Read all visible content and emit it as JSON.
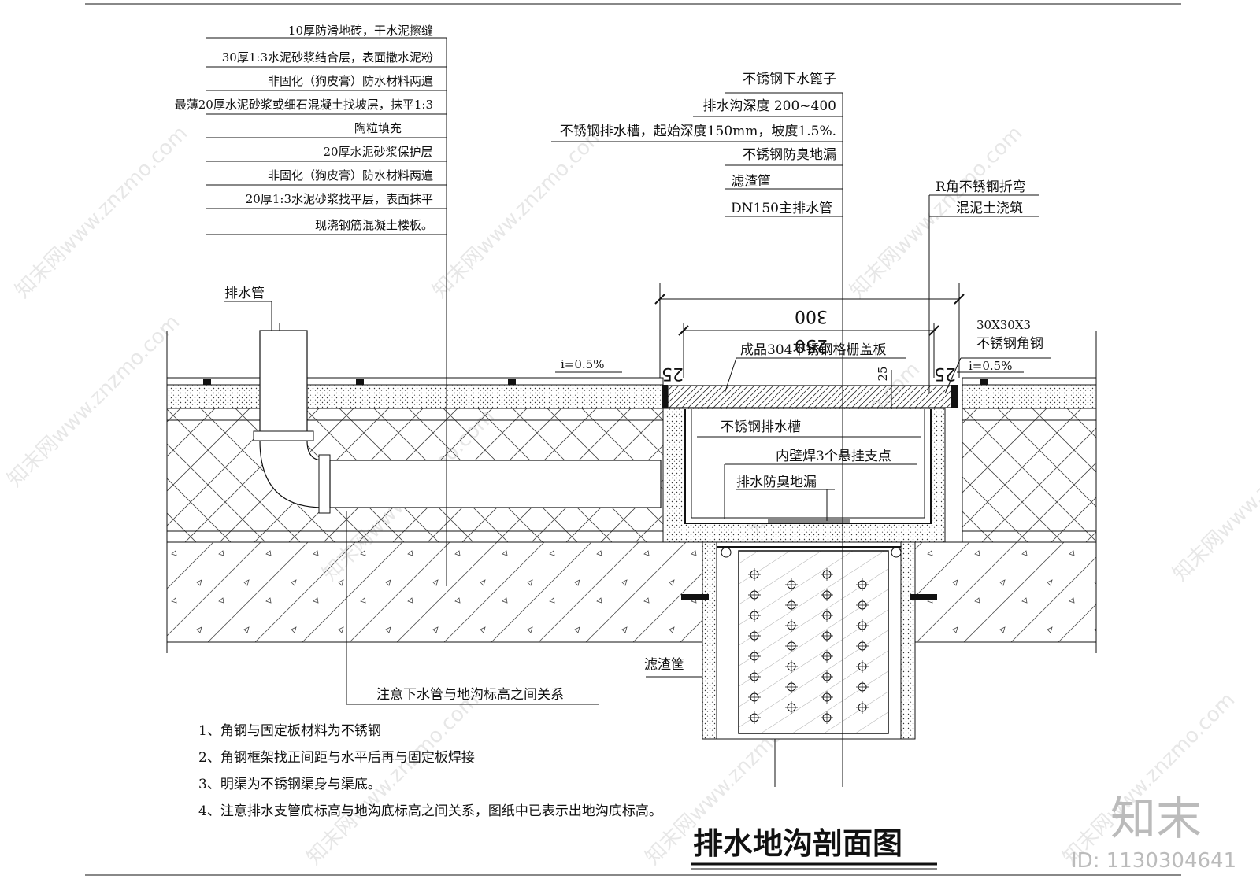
{
  "title": "排水地沟剖面图",
  "watermark": {
    "logo": "知末",
    "id": "ID: 1130304641",
    "site": "知末网www.znzmo.com"
  },
  "left_callouts": [
    "10厚防滑地砖，干水泥擦缝",
    "30厚1:3水泥砂浆结合层，表面撒水泥粉",
    "非固化（狗皮膏）防水材料两遍",
    "最薄20厚水泥砂浆或细石混凝土找坡层，抹平1:3",
    "陶粒填充",
    "20厚水泥砂浆保护层",
    "非固化（狗皮膏）防水材料两遍",
    "20厚1:3水泥砂浆找平层，表面抹平",
    "现浇钢筋混凝土楼板。"
  ],
  "center_callouts": [
    "不锈钢下水篦子",
    "排水沟深度 200~400",
    "不锈钢排水槽，起始深度150mm，坡度1.5%.",
    "不锈钢防臭地漏",
    "滤渣筐",
    "DN150主排水管"
  ],
  "right_callouts": [
    "R角不锈钢折弯",
    "混泥土浇筑"
  ],
  "labels": {
    "drain_pipe": "排水管",
    "slope_left": "i=0.5%",
    "slope_right": "i=0.5%",
    "grate": "成品304不锈钢格栅盖板",
    "angle_size": "30X30X3",
    "angle_name": "不锈钢角钢",
    "trough": "不锈钢排水槽",
    "weld": "内壁焊3个悬挂支点",
    "trap": "排水防臭地漏",
    "basket": "滤渣筐",
    "note": "注意下水管与地沟标高之间关系"
  },
  "dimensions": {
    "outer": "300",
    "inner": "250",
    "edge_left": "25",
    "edge_right": "25",
    "grate_thk": "25"
  },
  "notes": [
    "1、角钢与固定板材料为不锈钢",
    "2、角钢框架找正间距与水平后再与固定板焊接",
    "3、明渠为不锈钢渠身与渠底。",
    "4、注意排水支管底标高与地沟底标高之间关系，图纸中已表示出地沟底标高。"
  ]
}
